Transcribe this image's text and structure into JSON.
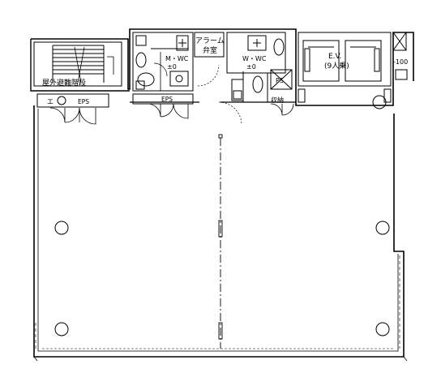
{
  "plan": {
    "labels": {
      "outdoor_stair": "屋外避難階段",
      "e_left": "エ",
      "eps_left": "EPS",
      "eps_center": "EPS",
      "mwc_left_line1": "M・WC",
      "mwc_left_line2": "±0",
      "alarm_line1": "アラーム",
      "alarm_line2": "弁室",
      "wwc_line1": "W・WC",
      "wwc_line2": "±0",
      "ps": "PS",
      "storage": "収納",
      "ev_line1": "E.V.",
      "ev_line2": "(9人乗)",
      "level": "-100"
    },
    "colors": {
      "line": "#000000",
      "background": "#ffffff"
    }
  }
}
